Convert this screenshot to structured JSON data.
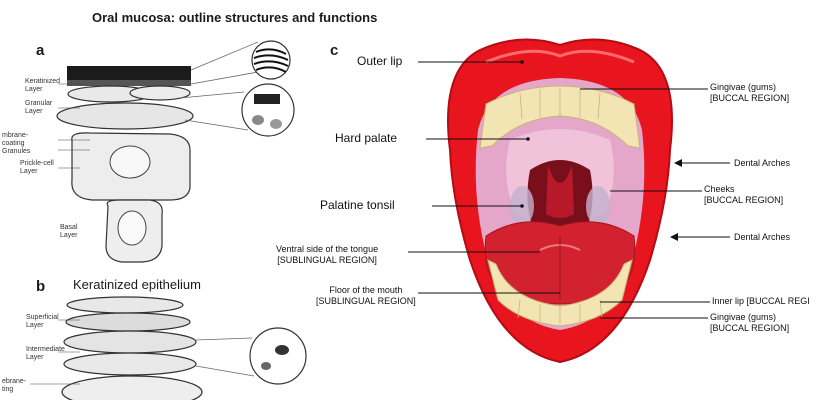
{
  "figure": {
    "title": "Oral mucosa: outline structures and functions",
    "panels": {
      "a": "a",
      "b": "b",
      "c": "c"
    },
    "panel_b_title": "Keratinized epithelium"
  },
  "panel_a_labels": {
    "keratinized": "Keratinized\nLayer",
    "granular": "Granular\nLayer",
    "membrane": "mbrane-\ncoating\nGranules",
    "prickle": "Prickle-cell\nLayer",
    "basal": "Basal\nLayer"
  },
  "panel_b_labels": {
    "superficial": "Superficial\nLayer",
    "intermediate": "Intermediate\nLayer",
    "membrane": "ebrane-\nting"
  },
  "mouth_labels": {
    "outer_lip": "Outer lip",
    "hard_palate": "Hard palate",
    "palatine_tonsil": "Palatine tonsil",
    "ventral_tongue": "Ventral side of the tongue\n[SUBLINGUAL REGION]",
    "floor_mouth": "Floor of the mouth\n[SUBLINGUAL REGION]",
    "gingivae_top": "Gingivae (gums)\n[BUCCAL REGION]",
    "dental_arches_1": "Dental Arches",
    "cheeks": "Cheeks\n[BUCCAL REGION]",
    "dental_arches_2": "Dental Arches",
    "inner_lip": "Inner lip [BUCCAL REGI",
    "gingivae_bottom": "Gingivae (gums)\n[BUCCAL REGION]"
  },
  "colors": {
    "lip": "#e8141e",
    "lip_dark": "#b30d14",
    "mouth_interior": "#e4a7c9",
    "throat": "#7a0f1c",
    "tongue": "#d3222f",
    "teeth": "#f3e4b4"
  }
}
